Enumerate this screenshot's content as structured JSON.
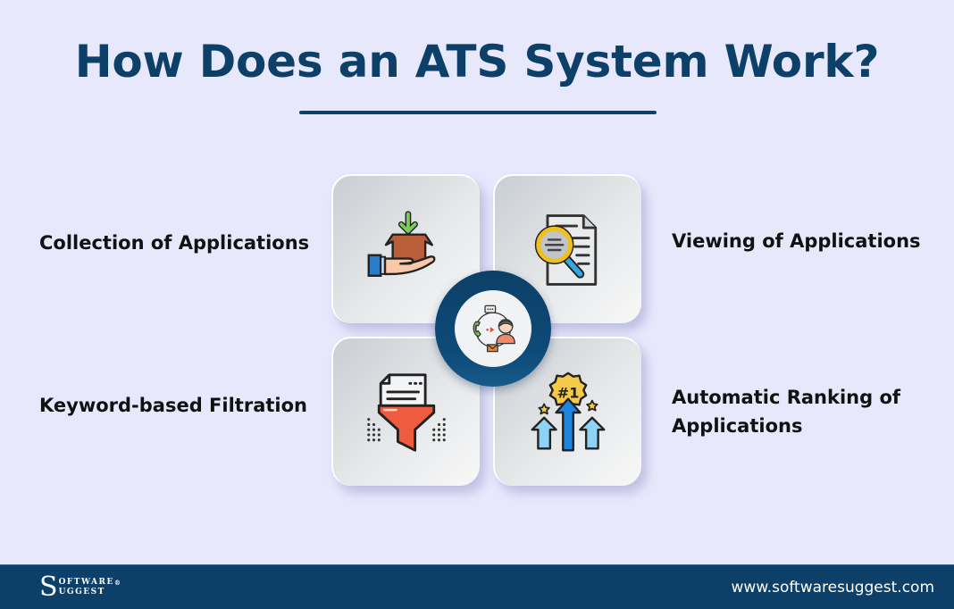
{
  "header": {
    "title": "How Does an ATS System Work?"
  },
  "steps": [
    {
      "label": "Collection of Applications",
      "icon": "hand-box-download-icon"
    },
    {
      "label": "Viewing of Applications",
      "icon": "document-magnifier-icon"
    },
    {
      "label": "Keyword-based Filtration",
      "icon": "document-funnel-icon"
    },
    {
      "label_line1": "Automatic Ranking of",
      "label_line2": "Applications",
      "icon": "rank-arrows-badge-icon"
    }
  ],
  "hub": {
    "icon": "recruiter-communication-icon"
  },
  "footer": {
    "logo_s": "S",
    "logo_line1": "OFTWARE",
    "logo_reg": "®",
    "logo_line2": "UGGEST",
    "url": "www.softwaresuggest.com"
  },
  "colors": {
    "background": "#e8e8fd",
    "primary": "#0c4068",
    "text": "#111111"
  }
}
